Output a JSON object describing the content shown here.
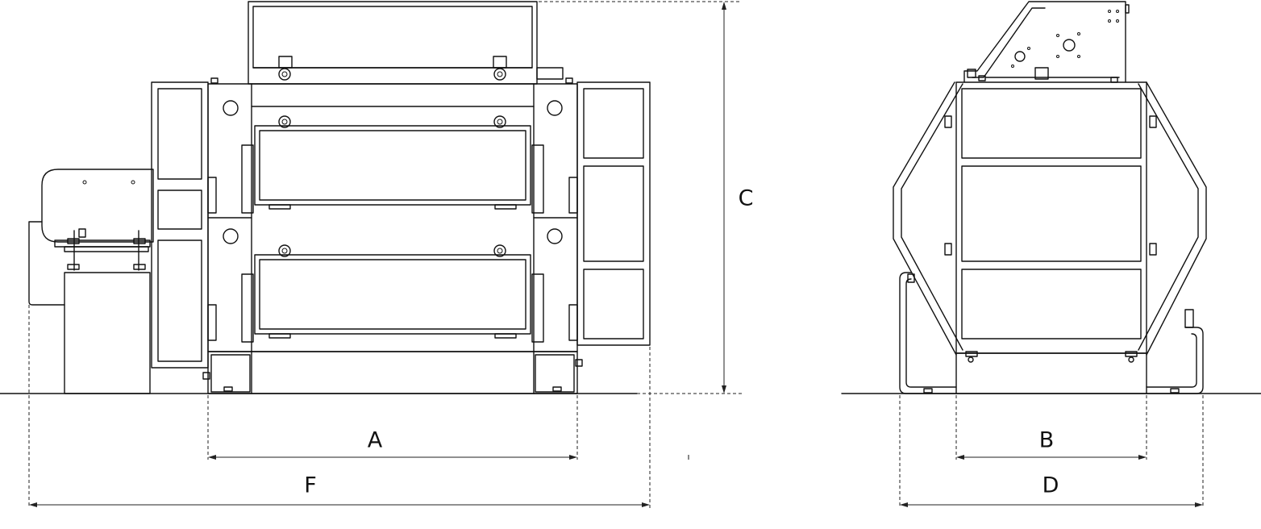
{
  "drawing": {
    "dimensions": {
      "A": "A",
      "B": "B",
      "C": "C",
      "D": "D",
      "F": "F"
    },
    "colors": {
      "line": "#111111",
      "background": "#ffffff"
    }
  }
}
